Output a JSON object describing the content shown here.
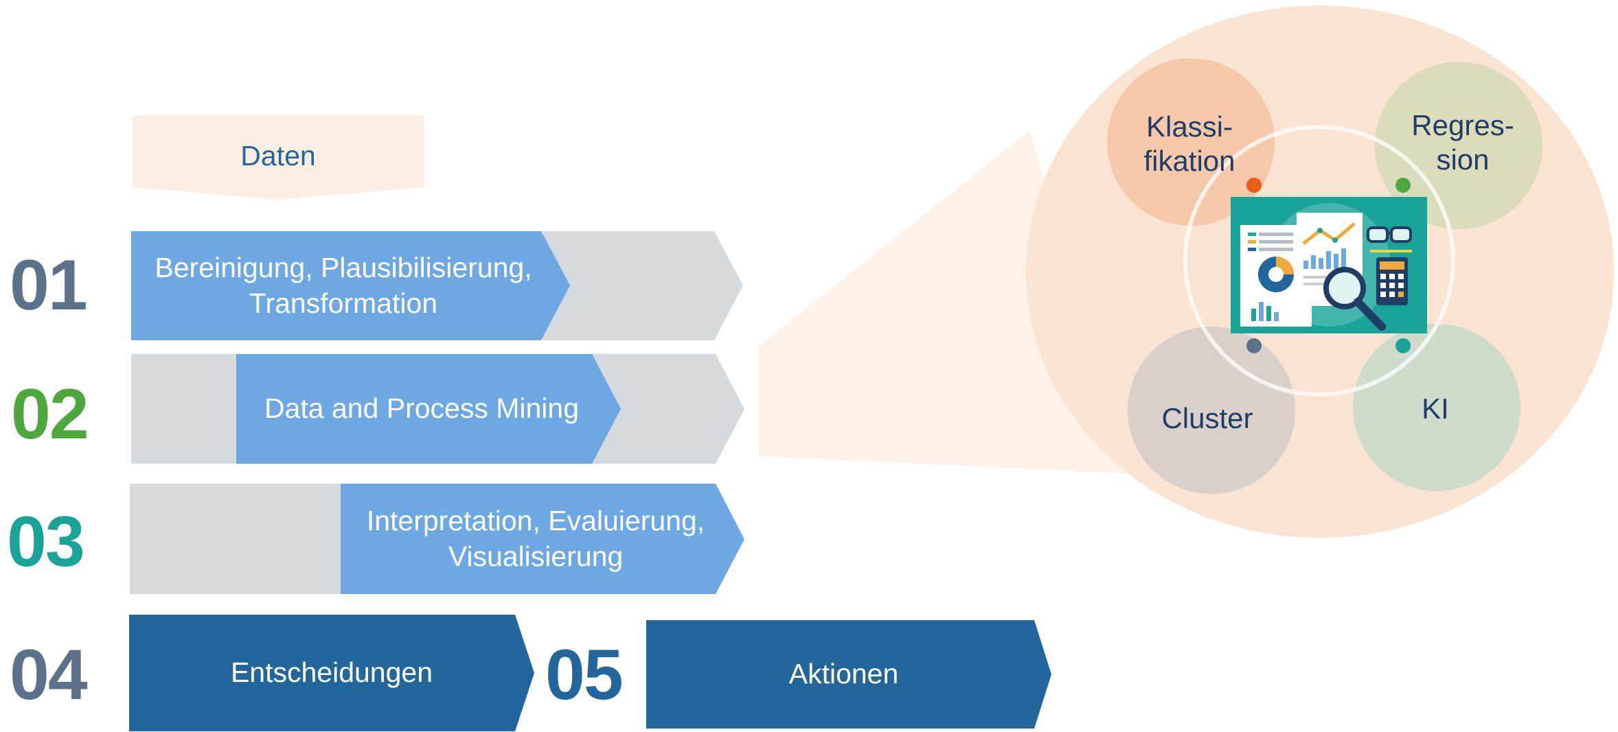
{
  "data_banner": {
    "label": "Daten"
  },
  "steps": [
    {
      "number": "01",
      "label": "Bereinigung, Plausibilisierung, Transformation"
    },
    {
      "number": "02",
      "label": "Data and Process Mining"
    },
    {
      "number": "03",
      "label": "Interpretation, Evaluierung, Visualisierung"
    },
    {
      "number": "04",
      "label": "Entscheidungen"
    },
    {
      "number": "05",
      "label": "Aktionen"
    }
  ],
  "methods": [
    {
      "label": "Klassi-\nfikation"
    },
    {
      "label": "Regres-\nsion"
    },
    {
      "label": "Cluster"
    },
    {
      "label": "KI"
    }
  ],
  "colors": {
    "number_01": "#5b7189",
    "number_02": "#4fa83d",
    "number_03": "#1aa398",
    "number_04": "#5b7189",
    "number_05": "#23669c",
    "light_arrow": "#6ea8e2",
    "dark_arrow": "#23669c",
    "grey_arrow": "#d5dadf",
    "peach": "#fbe3d2"
  }
}
